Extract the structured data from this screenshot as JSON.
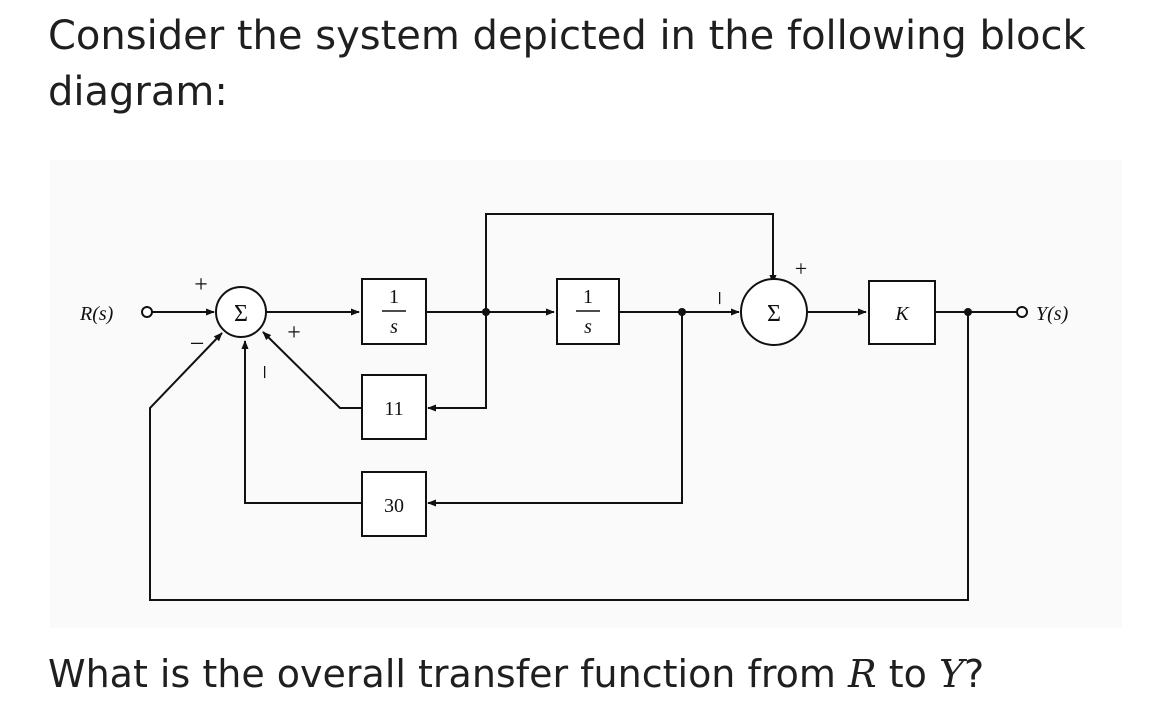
{
  "heading": "Consider the system depicted in the following block diagram:",
  "question": {
    "before": "What is the overall transfer function from ",
    "var_from": "R",
    "middle": " to ",
    "var_to": "Y",
    "after": "?"
  },
  "diagram": {
    "input_label": "R(s)",
    "output_label": "Y(s)",
    "summer1": {
      "symbol": "Σ",
      "sign_top": "+",
      "sign_left": "−",
      "sign_right": "+",
      "sign_bottom": "−"
    },
    "summer2": {
      "symbol": "Σ",
      "sign_top": "+",
      "sign_left": "−"
    },
    "integrator1": {
      "numerator": "1",
      "denominator": "s"
    },
    "integrator2": {
      "numerator": "1",
      "denominator": "s"
    },
    "gain_k": "K",
    "feedback_11": "11",
    "feedback_30": "30"
  }
}
